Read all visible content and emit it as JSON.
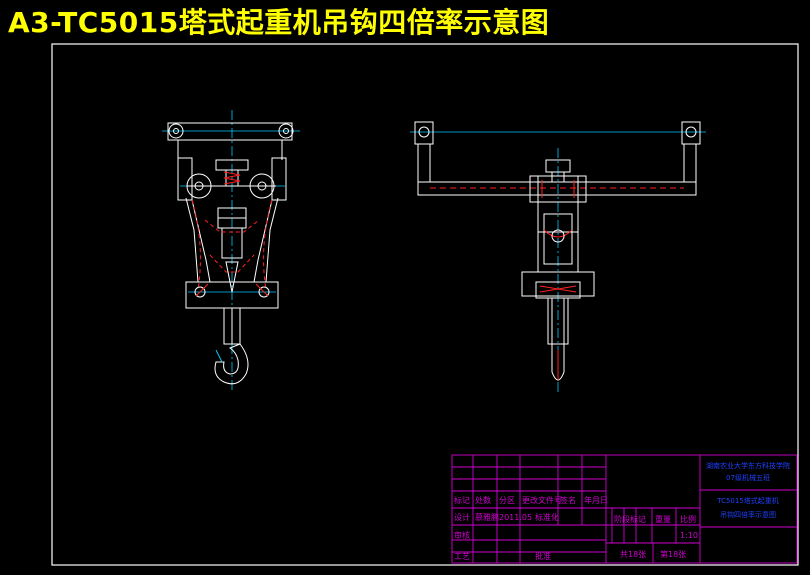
{
  "title": "A3-TC5015塔式起重机吊钩四倍率示意图",
  "colors": {
    "background": "#000000",
    "title": "#ffff00",
    "frame": "#ffffff",
    "title_block": "#d000d0",
    "centerline": "#00c8ff",
    "hidden": "#ff2020",
    "outline": "#ffffff"
  },
  "title_block": {
    "school": "湖南农业大学东方科技学院",
    "drawing_no": "07级机械五班",
    "drawing_name_line1": "TC5015塔式起重机",
    "drawing_name_line2": "吊钩四倍率示意图",
    "header_cells": [
      "标记",
      "处数",
      "分区",
      "更改文件号",
      "签名",
      "年月日"
    ],
    "design_row": [
      "设计",
      "慕雅鹏",
      "2011.05",
      "标准化"
    ],
    "review_label": "审核",
    "process_label": "工艺",
    "approve_label": "批准",
    "stage_mark": "阶段标记",
    "weight": "重量",
    "scale_label": "比例",
    "scale_value": "1:10",
    "sheets_total": "共18张",
    "sheet_no": "第18张"
  }
}
